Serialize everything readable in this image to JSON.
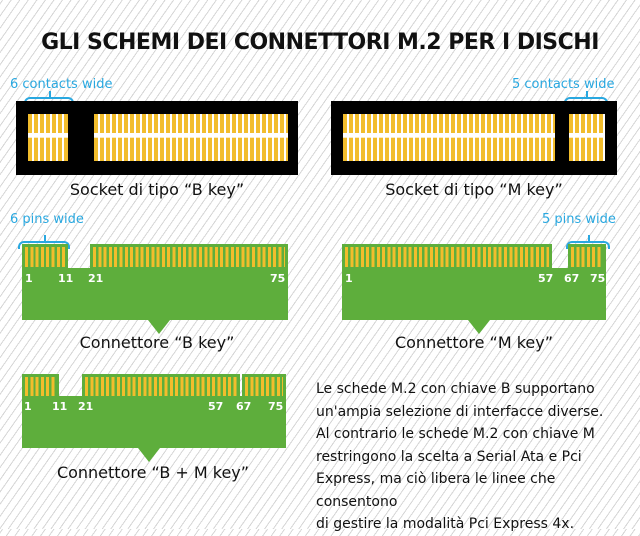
{
  "title": "GLI SCHEMI DEI CONNETTORI M.2 PER I DISCHI",
  "socket_b": {
    "note": "6 contacts wide",
    "caption": "Socket di tipo “B key”"
  },
  "socket_m": {
    "note": "5 contacts wide",
    "caption": "Socket di tipo “M key”"
  },
  "conn_b": {
    "note": "6 pins wide",
    "caption": "Connettore “B key”",
    "pins": [
      "1",
      "11",
      "21",
      "75"
    ]
  },
  "conn_m": {
    "note": "5 pins wide",
    "caption": "Connettore “M key”",
    "pins": [
      "1",
      "57",
      "67",
      "75"
    ]
  },
  "conn_bm": {
    "caption": "Connettore “B + M key”",
    "pins": [
      "1",
      "11",
      "21",
      "57",
      "67",
      "75"
    ]
  },
  "description": [
    "Le schede M.2 con chiave B supportano",
    "un'ampia selezione di interfacce diverse.",
    "Al contrario le schede M.2 con chiave M",
    "restringono la scelta a Serial Ata e Pci",
    "Express, ma ciò libera le linee che consentono",
    "di gestire la modalità Pci Express 4x."
  ],
  "colors": {
    "blue": "#29a8e0",
    "green": "#5eae3c",
    "gold": "#f2bd2c"
  }
}
